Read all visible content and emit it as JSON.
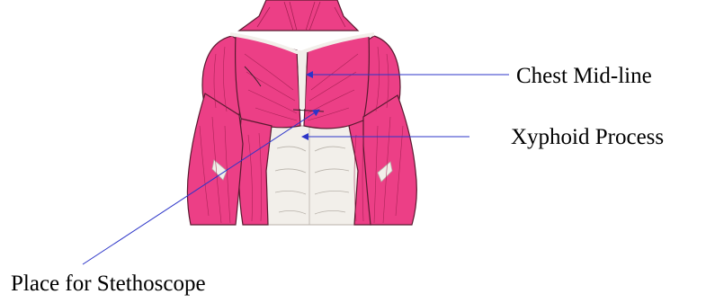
{
  "labels": {
    "chest_midline": "Chest Mid-line",
    "xyphoid_process": "Xyphoid Process",
    "stethoscope_place": "Place for Stethoscope"
  },
  "colors": {
    "muscle": "#ec3f86",
    "muscle_line": "#a01e50",
    "outline": "#5a1a30",
    "skin": "#f2efea",
    "skin_line": "#b8b2aa",
    "pointer": "#2c35c8"
  }
}
